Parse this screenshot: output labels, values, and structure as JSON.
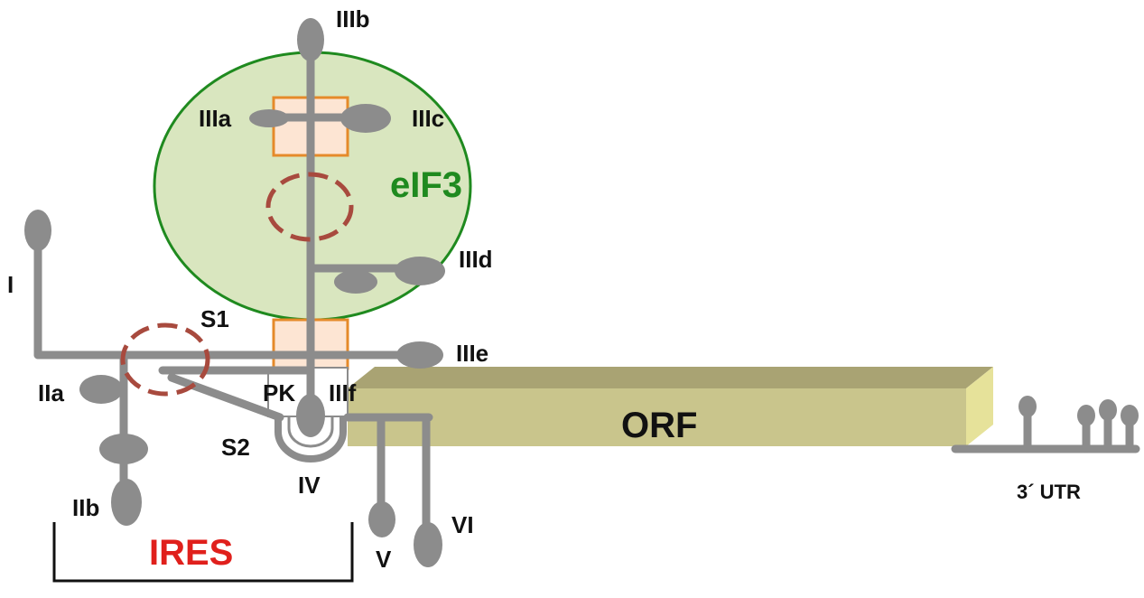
{
  "labels": {
    "IIIb": "IIIb",
    "IIIa": "IIIa",
    "IIIc": "IIIc",
    "eIF3": "eIF3",
    "IIId": "IIId",
    "I": "I",
    "S1": "S1",
    "IIIe": "IIIe",
    "IIa": "IIa",
    "PK": "PK",
    "IIIf": "IIIf",
    "ORF": "ORF",
    "S2": "S2",
    "IV": "IV",
    "IIb": "IIb",
    "VI": "VI",
    "V": "V",
    "UTR3": "3´ UTR",
    "IRES": "IRES"
  },
  "colors": {
    "rna": "#8c8c8c",
    "eif3_fill": "#d9e6bf",
    "eif3_stroke": "#1f8a1f",
    "eif3_text": "#1f8a1f",
    "orf_front": "#c9c58c",
    "orf_top": "#a9a373",
    "orf_side": "#e6e29a",
    "box_fill": "#fde5d3",
    "box_stroke": "#e58a2a",
    "circle_stroke": "#a84a3e",
    "ires_text": "#e0201c",
    "bracket": "#111111"
  }
}
